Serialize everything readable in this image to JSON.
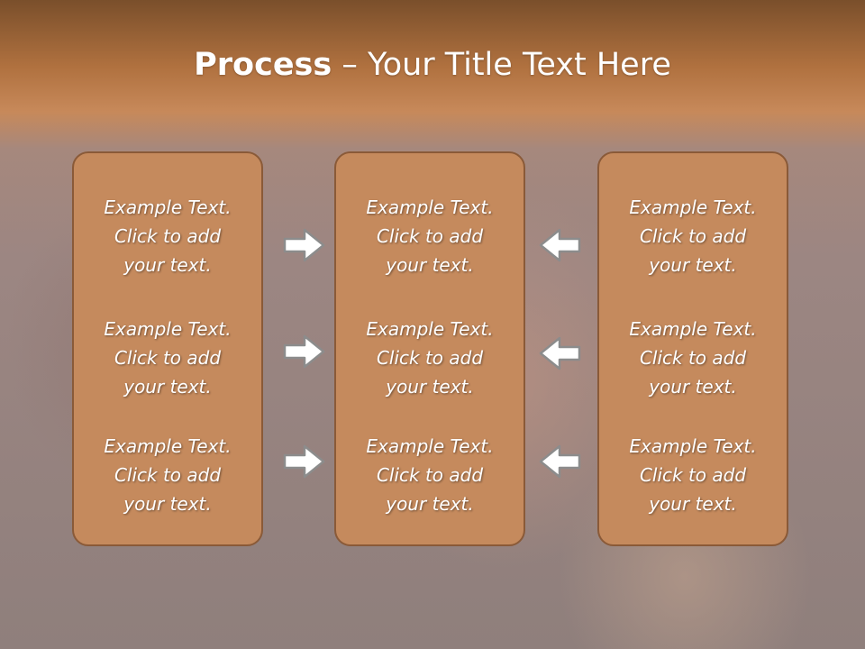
{
  "title": {
    "bold": "Process",
    "rest": " – Your Title Text Here"
  },
  "columns": [
    {
      "items": [
        {
          "line1": "Example Text.",
          "line2": "Click  to add",
          "line3": "your text."
        },
        {
          "line1": "Example Text.",
          "line2": "Click  to add",
          "line3": "your text."
        },
        {
          "line1": "Example Text.",
          "line2": "Click  to add",
          "line3": "your text."
        }
      ]
    },
    {
      "items": [
        {
          "line1": "Example Text.",
          "line2": "Click  to add",
          "line3": "your text."
        },
        {
          "line1": "Example Text.",
          "line2": "Click  to add",
          "line3": "your text."
        },
        {
          "line1": "Example Text.",
          "line2": "Click  to add",
          "line3": "your text."
        }
      ]
    },
    {
      "items": [
        {
          "line1": "Example Text.",
          "line2": "Click  to add",
          "line3": "your text."
        },
        {
          "line1": "Example Text.",
          "line2": "Click  to add",
          "line3": "your text."
        },
        {
          "line1": "Example Text.",
          "line2": "Click  to add",
          "line3": "your text."
        }
      ]
    }
  ],
  "arrows": {
    "left_group": "right-arrow-icon",
    "right_group": "left-arrow-icon"
  },
  "colors": {
    "header": "#b0713f",
    "box_fill": "#c58a5d",
    "box_border": "#8a5a38",
    "arrow_fill": "#ffffff",
    "arrow_stroke": "#8c8c8c"
  }
}
